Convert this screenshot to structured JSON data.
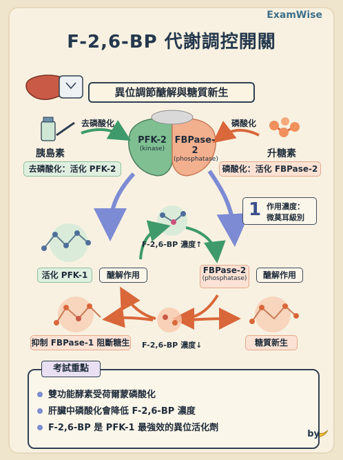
{
  "brand": "ExamWise",
  "title": "F-2,6-BP 代謝調控開關",
  "subtitle": "異位調節醣解與糖質新生",
  "insulin": {
    "arrow_label": "去磷酸化",
    "name": "胰島素",
    "effect": "去磷酸化：活化 PFK-2"
  },
  "glucagon": {
    "arrow_label": "磷酸化",
    "name": "升糖素",
    "effect": "磷酸化：活化 FBPase-2"
  },
  "enzyme_left": {
    "name": "PFK-2",
    "sub": "(kinase)"
  },
  "enzyme_right": {
    "name": "FBPase-2",
    "sub": "(phosphatase)"
  },
  "note": {
    "number": "1",
    "line1": "作用濃度：",
    "line2": "微莫耳級別"
  },
  "upper_cycle": {
    "center_label": "F-2,6-BP 濃度↑",
    "left_box": "活化 PFK-1",
    "right_box": "醣解作用"
  },
  "lower_cycle": {
    "enzyme_name": "FBPase-2",
    "enzyme_sub": "(phosphatase)",
    "right_box": "醣解作用",
    "left_box": "抑制 FBPase-1 阻斷糖生",
    "center_label": "F-2,6-BP 濃度↓",
    "far_right_box": "糖質新生"
  },
  "exam": {
    "title": "考試重點",
    "items": [
      "雙功能酵素受荷爾蒙磷酸化",
      "肝臟中磷酸化會降低 F-2,6-BP 濃度",
      "F-2,6-BP 是 PFK-1 最強效的異位活化劑"
    ]
  },
  "byline": "by",
  "colors": {
    "green_arrow": "#3e9a6a",
    "orange_arrow": "#d9673a",
    "blue_arrow": "#7d8bd4",
    "navy": "#24384d"
  }
}
